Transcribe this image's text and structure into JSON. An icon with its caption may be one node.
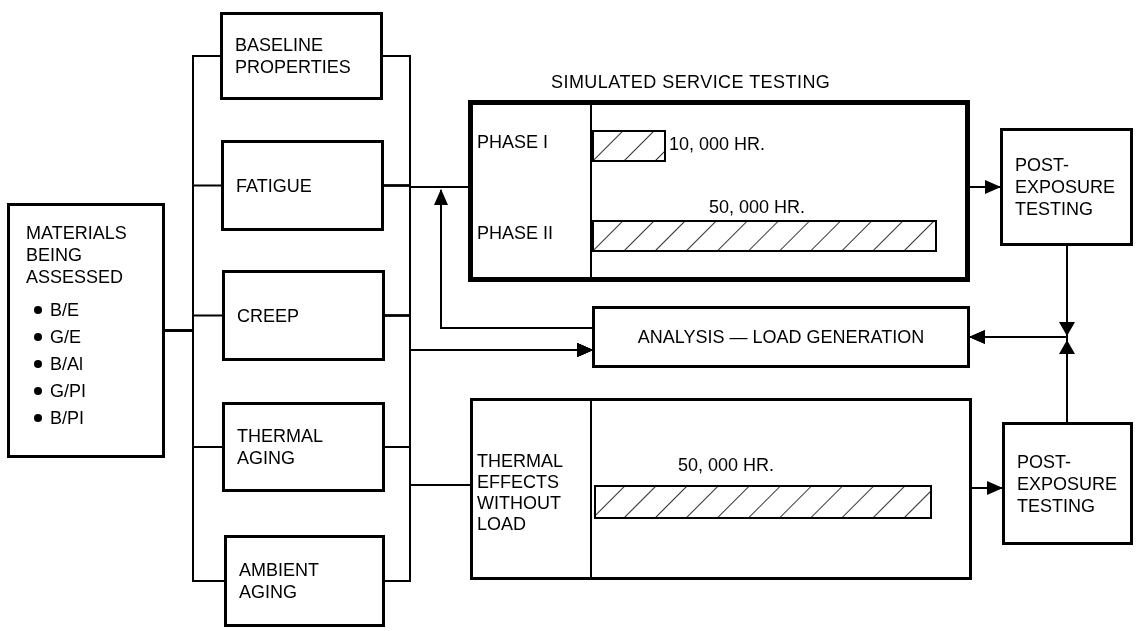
{
  "diagram": {
    "nodes": [
      {
        "text": [
          "MATERIALS BEING ASSESSED",
          "B/E",
          "G/E",
          "B/Al",
          "G/PI",
          "B/PI"
        ]
      },
      {
        "text": [
          "BASELINE PROPERTIES"
        ]
      },
      {
        "text": [
          "FATIGUE"
        ]
      },
      {
        "text": [
          "CREEP"
        ]
      },
      {
        "text": [
          "THERMAL AGING"
        ]
      },
      {
        "text": [
          "AMBIENT AGING"
        ]
      },
      {
        "text": [
          "SIMULATED SERVICE TESTING",
          "PHASE I",
          "10, 000 HR.",
          "50, 000 HR.",
          "PHASE II"
        ]
      },
      {
        "text": [
          "POST-EXPOSURE TESTING"
        ]
      },
      {
        "text": [
          "ANALYSIS — LOAD GENERATION"
        ]
      },
      {
        "text": [
          "THERMAL EFFECTS WITHOUT LOAD",
          "50, 000 HR."
        ]
      },
      {
        "text": [
          "POST-EXPOSURE TESTING"
        ]
      },
      {
        "text": [],
        "shape": "bar",
        "in": 6
      },
      {
        "text": [],
        "shape": "bar",
        "in": 6
      },
      {
        "text": [],
        "shape": "bar",
        "in": 9
      }
    ],
    "edges": [
      {
        "from": 0,
        "to": 1,
        "arrow": "none"
      },
      {
        "from": 0,
        "to": 2,
        "arrow": "none"
      },
      {
        "from": 0,
        "to": 3,
        "arrow": "none"
      },
      {
        "from": 0,
        "to": 4,
        "arrow": "none"
      },
      {
        "from": 0,
        "to": 5,
        "arrow": "none"
      },
      {
        "from": 1,
        "to": 6,
        "arrow": "none"
      },
      {
        "from": 2,
        "to": 6,
        "arrow": "none"
      },
      {
        "from": 3,
        "to": 6,
        "arrow": "none"
      },
      {
        "from": 4,
        "to": 6,
        "arrow": "none"
      },
      {
        "from": 5,
        "to": 6,
        "arrow": "none"
      },
      {
        "from": 1,
        "to": 8,
        "arrow": "to"
      },
      {
        "from": 2,
        "to": 8,
        "arrow": "to"
      },
      {
        "from": 3,
        "to": 8,
        "arrow": "to"
      },
      {
        "from": 4,
        "to": 8,
        "arrow": "to"
      },
      {
        "from": 5,
        "to": 8,
        "arrow": "to"
      },
      {
        "from": 1,
        "to": 9,
        "arrow": "none"
      },
      {
        "from": 2,
        "to": 9,
        "arrow": "none"
      },
      {
        "from": 3,
        "to": 9,
        "arrow": "none"
      },
      {
        "from": 4,
        "to": 9,
        "arrow": "none"
      },
      {
        "from": 5,
        "to": 9,
        "arrow": "none"
      },
      {
        "from": 8,
        "to": 6,
        "arrow": "to"
      },
      {
        "from": 6,
        "to": 7,
        "arrow": "to"
      },
      {
        "from": 9,
        "to": 10,
        "arrow": "to"
      },
      {
        "from": 7,
        "to": 8,
        "arrow": "to"
      },
      {
        "from": 10,
        "to": 8,
        "arrow": "to"
      }
    ]
  }
}
